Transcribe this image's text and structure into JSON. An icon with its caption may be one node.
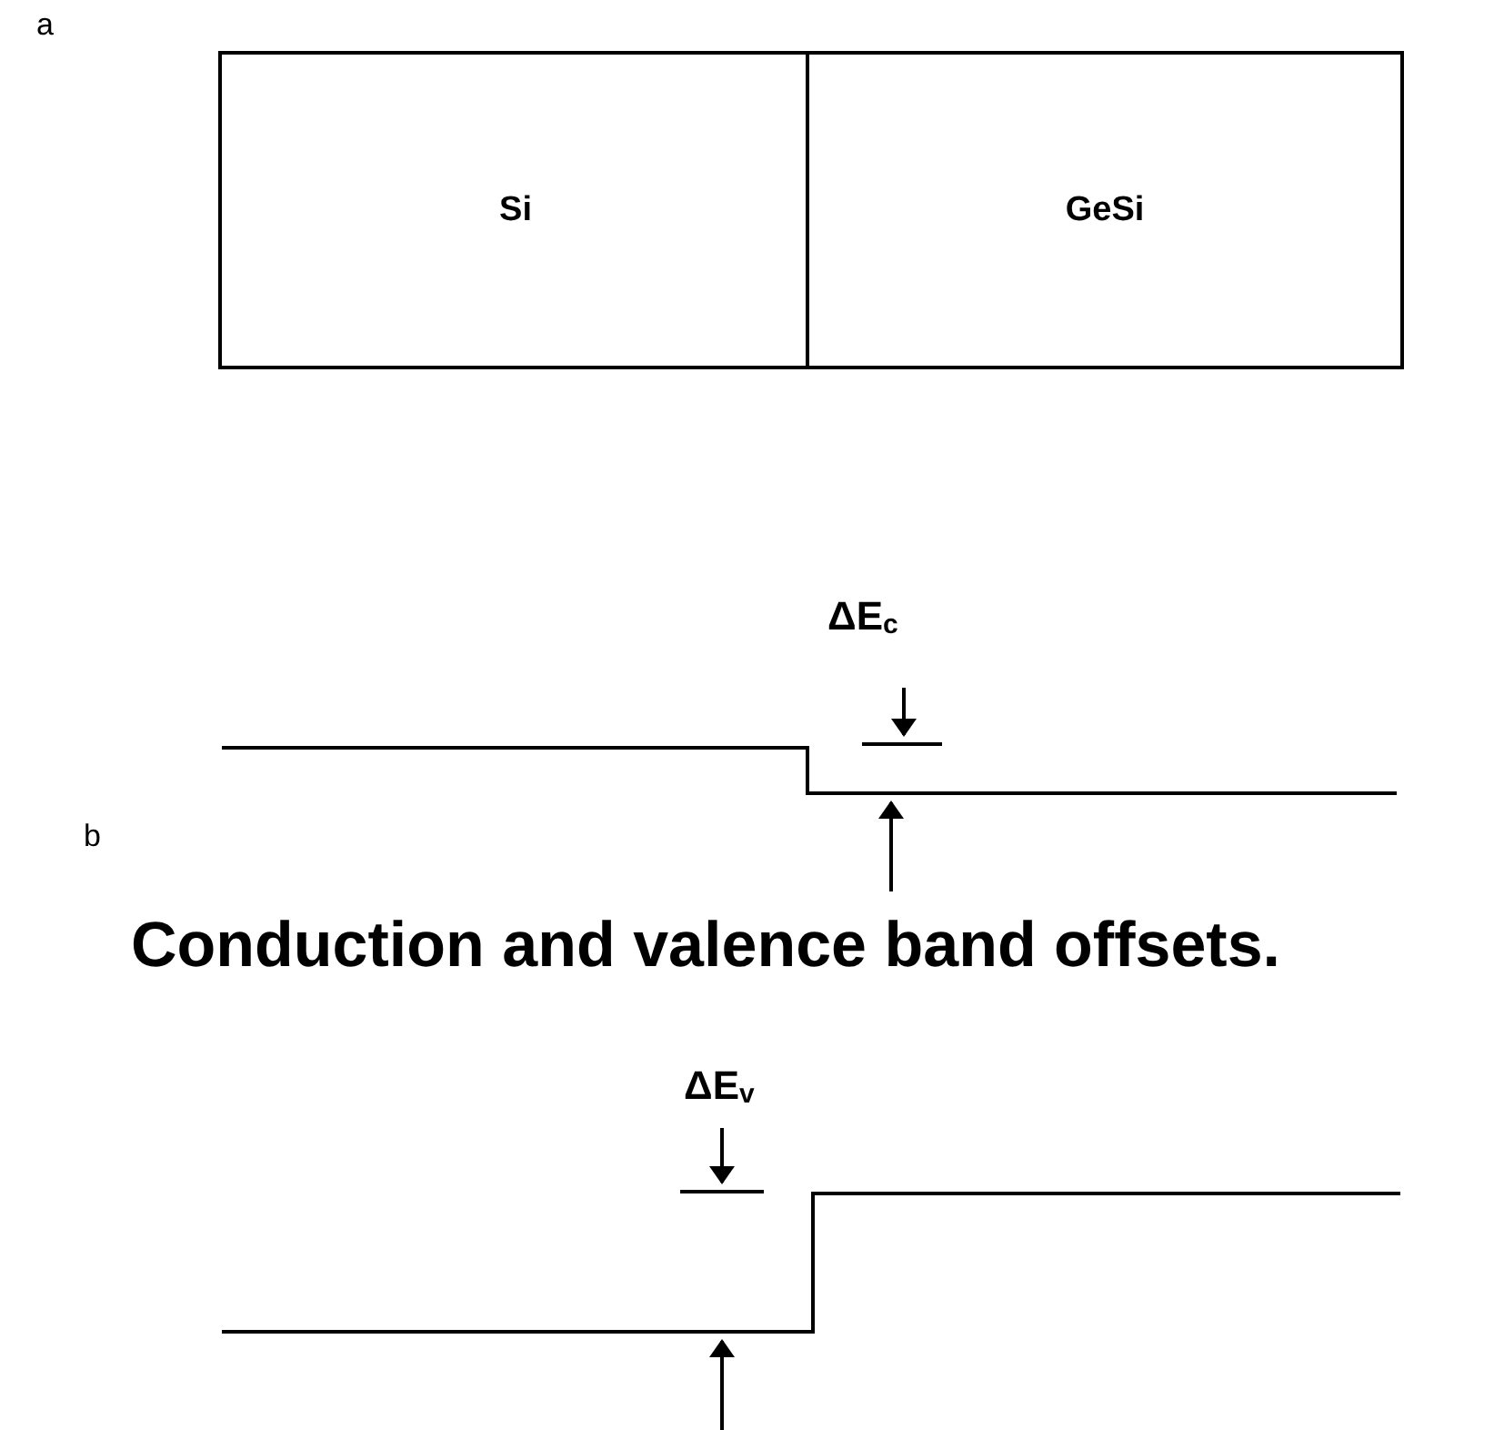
{
  "diagram": {
    "caption": "Conduction and valence band offsets.",
    "nodes": [
      {
        "text": [
          "Si"
        ]
      },
      {
        "text": [
          "GeSi"
        ]
      }
    ],
    "labels": [
      "a",
      "b",
      "ΔE$_{c}$",
      "ΔE$_{v}$"
    ]
  }
}
